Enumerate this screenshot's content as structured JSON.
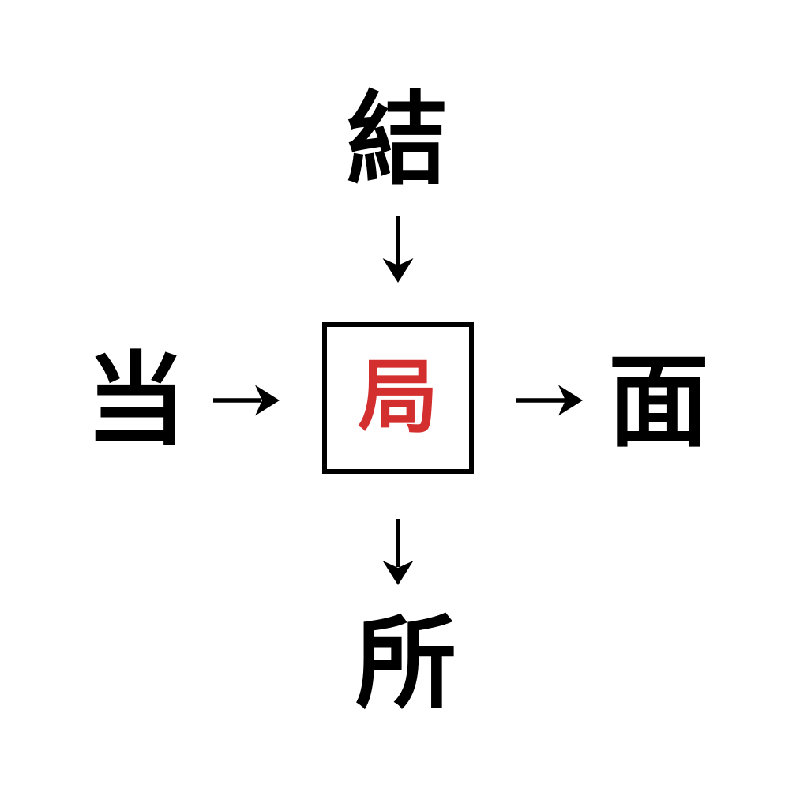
{
  "puzzle": {
    "type": "kanji-fill-in-puzzle",
    "top_char": "結",
    "left_char": "当",
    "center_char": "局",
    "right_char": "面",
    "bottom_char": "所",
    "arrows": [
      {
        "name": "arrow-top-to-center",
        "direction": "down"
      },
      {
        "name": "arrow-left-to-center",
        "direction": "right"
      },
      {
        "name": "arrow-center-to-right",
        "direction": "right"
      },
      {
        "name": "arrow-center-to-bottom",
        "direction": "down"
      }
    ]
  },
  "colors": {
    "background": "#ffffff",
    "outer_chars": "#000000",
    "center_char": "#d32f2f",
    "box_border": "#000000",
    "arrows": "#000000"
  }
}
